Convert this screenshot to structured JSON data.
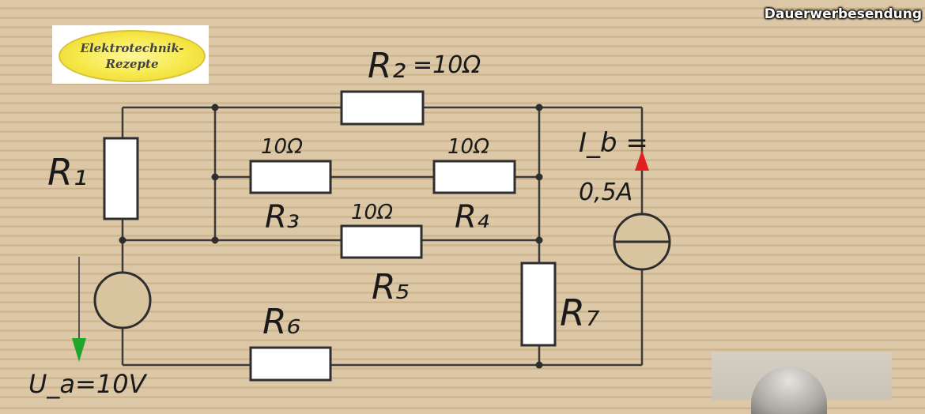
{
  "overlay": {
    "tag": "Dauerwerbesendung"
  },
  "logo": {
    "line1": "Elektrotechnik-",
    "line2": "Rezepte"
  },
  "labels": {
    "r1": "R₁",
    "r2": "R₂",
    "r2_value": "=10Ω",
    "r3": "R₃",
    "r3_value": "10Ω",
    "r4": "R₄",
    "r4_value": "10Ω",
    "r5": "R₅",
    "r5_value": "10Ω",
    "r6": "R₆",
    "r7": "R₇",
    "ib": "I_b =",
    "ib_value": "0,5A",
    "ua": "U_a=10V"
  },
  "colors": {
    "wire": "#3a3a3a",
    "voltage_arrow": "#1fa52a",
    "current_arrow": "#e02020"
  }
}
